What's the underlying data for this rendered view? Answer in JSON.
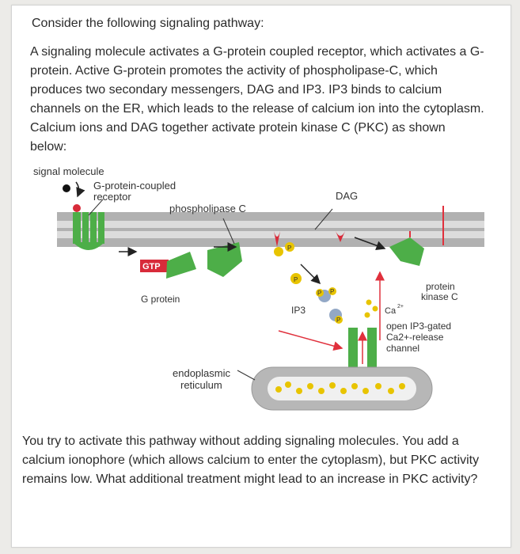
{
  "intro": "Consider the following signaling pathway:",
  "paragraph": "A signaling molecule activates a G-protein coupled receptor, which activates a G-protein. Active G-protein promotes the activity of phospholipase-C, which produces two secondary messengers, DAG and IP3. IP3 binds to calcium channels on the ER, which leads to the release of calcium ion into the cytoplasm. Calcium ions and DAG together activate protein kinase C (PKC) as shown below:",
  "diagram": {
    "labels": {
      "signal_molecule": "signal molecule",
      "gpcr_line1": "G-protein-coupled",
      "gpcr_line2": "receptor",
      "phospholipase": "phospholipase C",
      "dag": "DAG",
      "gtp": "GTP",
      "g_protein": "G protein",
      "ip3": "IP3",
      "pkc_line1": "protein",
      "pkc_line2": "kinase C",
      "ca": "Ca",
      "ca_charge": "2+",
      "channel_line1": "open IP3-gated",
      "channel_line2": "Ca2+-release",
      "channel_line3": "channel",
      "er_line1": "endoplasmic",
      "er_line2": "reticulum",
      "phosphate": "P"
    },
    "colors": {
      "membrane": "#a6a6a6",
      "protein_green": "#4dae48",
      "receptor_red": "#d82b3a",
      "arrow_red": "#e0303c",
      "calcium_yellow": "#e8c400",
      "ip3_blue": "#93a8c6"
    }
  },
  "question": "You try to activate this pathway without adding signaling molecules. You add a calcium ionophore (which allows calcium to enter the cytoplasm), but PKC activity remains low. What additional treatment might lead to an increase in PKC activity?"
}
